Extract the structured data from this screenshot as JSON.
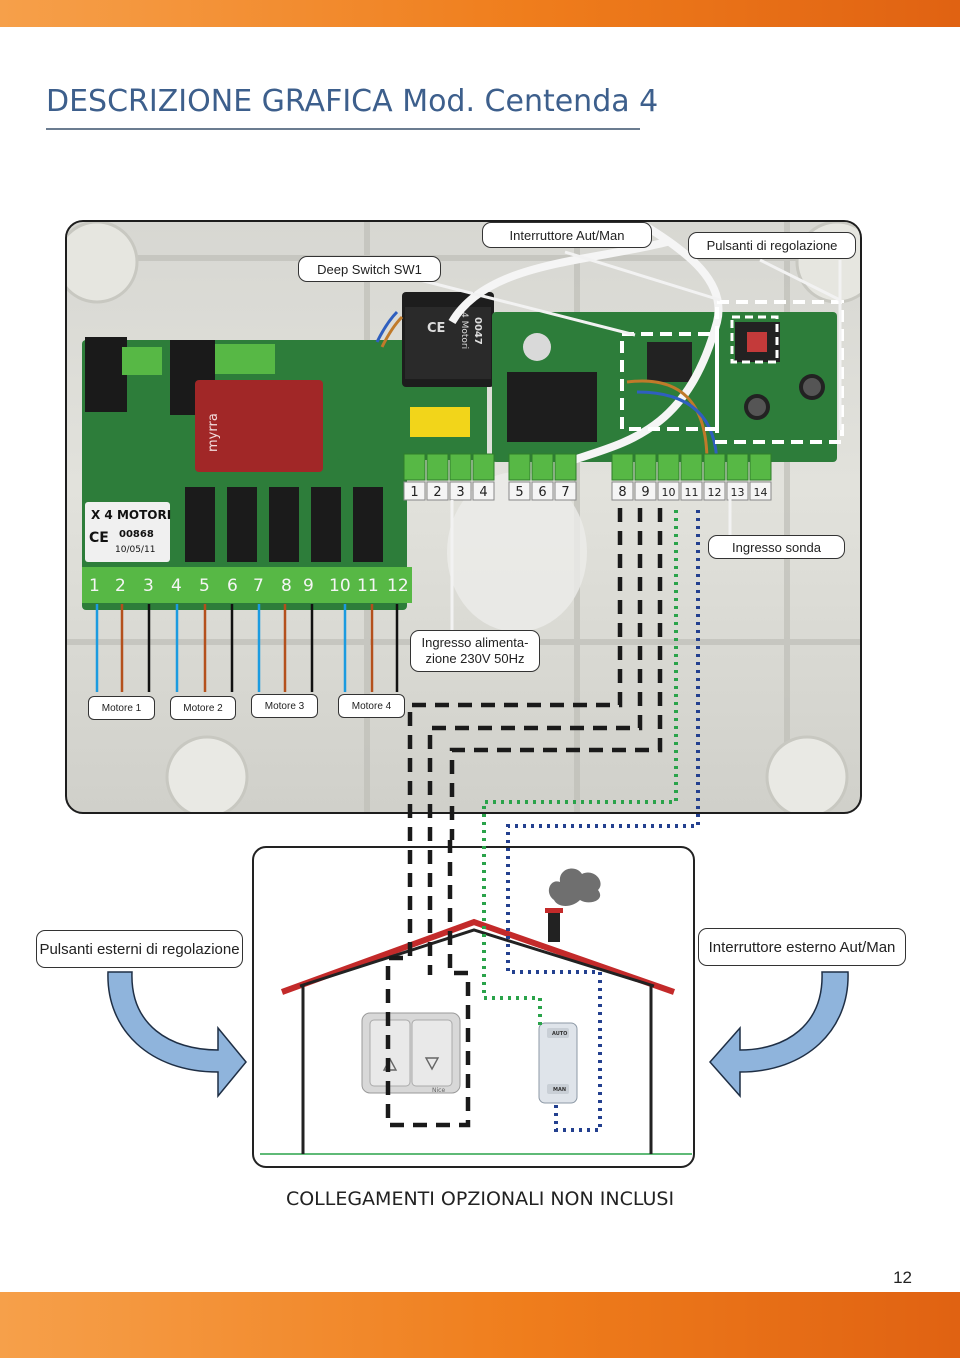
{
  "page": {
    "title": "DESCRIZIONE GRAFICA Mod. Centenda 4",
    "page_number": "12",
    "footer_caption": "COLLEGAMENTI OPZIONALI NON INCLUSI"
  },
  "board": {
    "label_model": "X 4 MOTORI",
    "label_code": "00868",
    "label_date": "10/05/11",
    "transformer_brand": "myrra",
    "transformer_label": "4 Motori",
    "transformer_code": "0047",
    "terminal_groups": [
      [
        "1",
        "2",
        "3",
        "4"
      ],
      [
        "5",
        "6",
        "7"
      ],
      [
        "8",
        "9",
        "10",
        "11",
        "12",
        "13",
        "14"
      ]
    ],
    "motor_terminals": [
      "1",
      "2",
      "3",
      "4",
      "5",
      "6",
      "7",
      "8",
      "9",
      "10",
      "11",
      "12"
    ]
  },
  "callouts": {
    "deep_switch": "Deep Switch SW1",
    "aut_man": "Interruttore Aut/Man",
    "regulation_buttons": "Pulsanti di regolazione",
    "probe_input": "Ingresso sonda",
    "power_input_line1": "Ingresso alimenta-",
    "power_input_line2": "zione 230V 50Hz",
    "motors": [
      "Motore 1",
      "Motore 2",
      "Motore 3",
      "Motore 4"
    ],
    "external_buttons": "Pulsanti esterni di regolazione",
    "external_switch": "Interruttore esterno Aut/Man"
  },
  "devices": {
    "switch_top_label": "AUTO",
    "switch_bottom_label": "MAN",
    "buttons_brand": "Nice"
  },
  "colors": {
    "orange_band": "#ef7d1c",
    "title_blue": "#3d5f8c",
    "pcb_green": "#2d7d3a",
    "terminal_green": "#57b845",
    "roof_red": "#c32a2a",
    "dashed_black": "#1a1a1a",
    "dotted_green": "#2aa34a",
    "dotted_blue": "#23408f",
    "arrow_blue": "#8fb4dc"
  }
}
